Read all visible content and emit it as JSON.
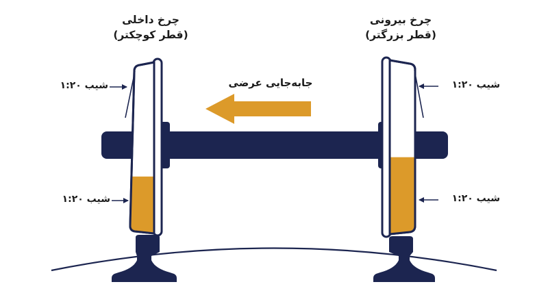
{
  "colors": {
    "navy": "#1c2550",
    "gold": "#dc9a2a",
    "ink": "#1b1b1b",
    "background": "#ffffff"
  },
  "labels": {
    "inner_wheel_title": "چرخ داخلی",
    "inner_wheel_subtitle": "(قطر کوچکتر)",
    "outer_wheel_title": "چرخ بیرونی",
    "outer_wheel_subtitle": "(قطر بزرگتر)",
    "lateral_displacement": "جابه‌جایی عرضی",
    "slope_left_top": "شیب ۱:۲۰",
    "slope_left_bottom": "شیب ۱:۲۰",
    "slope_right_top": "شیب ۱:۲۰",
    "slope_right_bottom": "شیب ۱:۲۰"
  },
  "wear_levels": {
    "inner_wheel_fill_fraction": 0.33,
    "outer_wheel_fill_fraction": 0.44
  }
}
